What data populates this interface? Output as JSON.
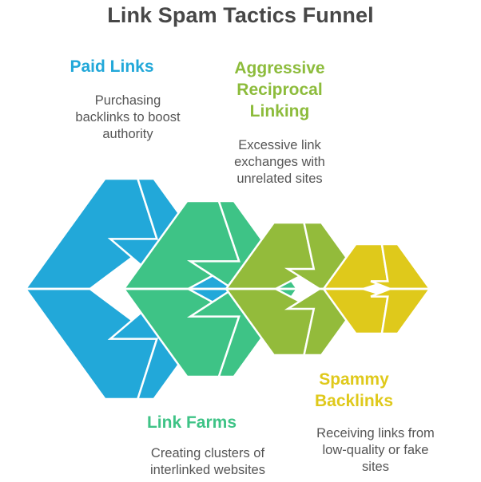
{
  "title": "Link Spam Tactics Funnel",
  "stages": [
    {
      "label": "Paid Links",
      "description_lines": [
        "Purchasing",
        "backlinks to boost",
        "authority"
      ],
      "color": "#22a8d9"
    },
    {
      "label_lines": [
        "Aggressive",
        "Reciprocal",
        "Linking"
      ],
      "description_lines": [
        "Excessive link",
        "exchanges with",
        "unrelated sites"
      ],
      "color": "#8dbc3c"
    },
    {
      "label": "Link Farms",
      "description_lines": [
        "Creating clusters of",
        "interlinked websites"
      ],
      "color": "#3ec386"
    },
    {
      "label_lines": [
        "Spammy",
        "Backlinks"
      ],
      "description_lines": [
        "Receiving links from",
        "low-quality or fake",
        "sites"
      ],
      "color": "#dfc91b"
    }
  ],
  "shape_colors": {
    "paid": "#22a8d9",
    "farms": "#3ec386",
    "reciprocal": "#93bb3b",
    "spammy": "#dfc91b"
  }
}
